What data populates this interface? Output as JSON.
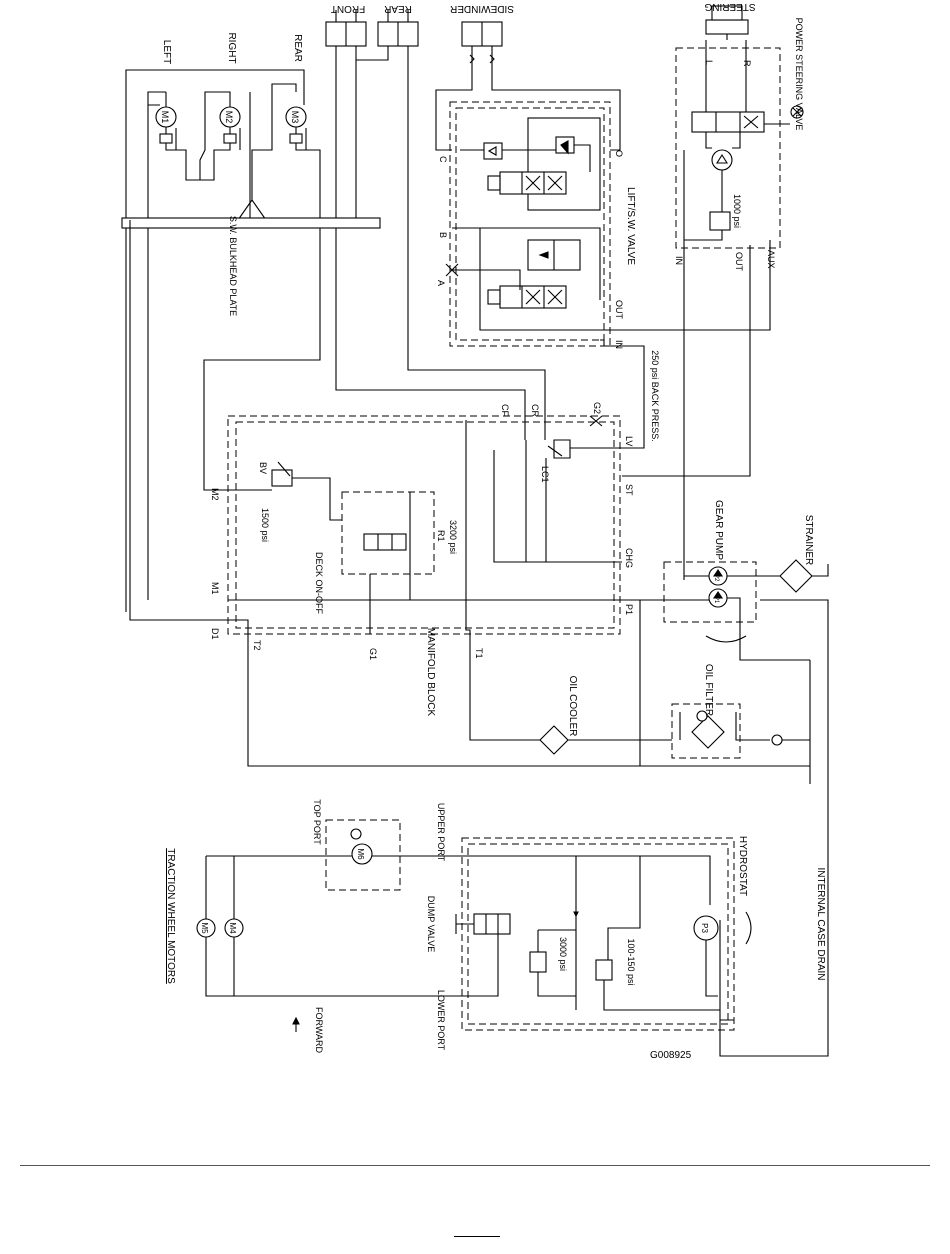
{
  "diagram": {
    "top_actuators": {
      "front": "FRONT",
      "rear": "REAR",
      "sidewinder": "SIDEWINDER",
      "steering": "STEERING"
    },
    "reel_motors": {
      "left": "LEFT",
      "right": "RIGHT",
      "rear": "REAR",
      "m1": "M1",
      "m2": "M2",
      "m3": "M3"
    },
    "bulkhead": "S.W. BULKHEAD PLATE",
    "lift_valve": {
      "title": "LIFT/S.W. VALVE",
      "c": "C",
      "b": "B",
      "a": "A",
      "o": "O",
      "out": "OUT",
      "in": "IN"
    },
    "steering_valve": {
      "title": "POWER STEERING VALVE",
      "l": "L",
      "r": "R",
      "relief": "1000 psi",
      "in": "IN",
      "out": "OUT",
      "aux": "AUX"
    },
    "back_pressure": "250 psi BACK PRESS.",
    "manifold": {
      "title": "MANIFOLD BLOCK",
      "cf": "CF",
      "cr": "CR",
      "g2": "G2",
      "lv": "LV",
      "st": "ST",
      "chg": "CHG",
      "p1": "P1",
      "m2": "M2",
      "m1": "M1",
      "d1": "D1",
      "t2": "T2",
      "g1": "G1",
      "t1": "T1",
      "bv": "BV",
      "bv_relief": "1500 psi",
      "lc1": "LC1",
      "deck": "DECK ON-OFF",
      "r1": "R1",
      "r1_relief": "3200 psi"
    },
    "gear_pump": {
      "title": "GEAR PUMP",
      "p1": "P1",
      "p2": "P2"
    },
    "strainer": "STRAINER",
    "oil_filter": "OIL FILTER",
    "oil_cooler": "OIL COOLER",
    "traction": {
      "title": "TRACTION WHEEL MOTORS",
      "m4": "M4",
      "m5": "M5",
      "m6": "M6",
      "top_port": "TOP PORT",
      "forward": "FORWARD"
    },
    "hydrostat": {
      "title": "HYDROSTAT",
      "upper_port": "UPPER PORT",
      "lower_port": "LOWER PORT",
      "dump_valve": "DUMP VALVE",
      "relief_high": "3000 psi",
      "relief_charge": "100-150 psi",
      "pump": "P3"
    },
    "case_drain": "INTERNAL CASE DRAIN",
    "figure_code": "G008925"
  }
}
